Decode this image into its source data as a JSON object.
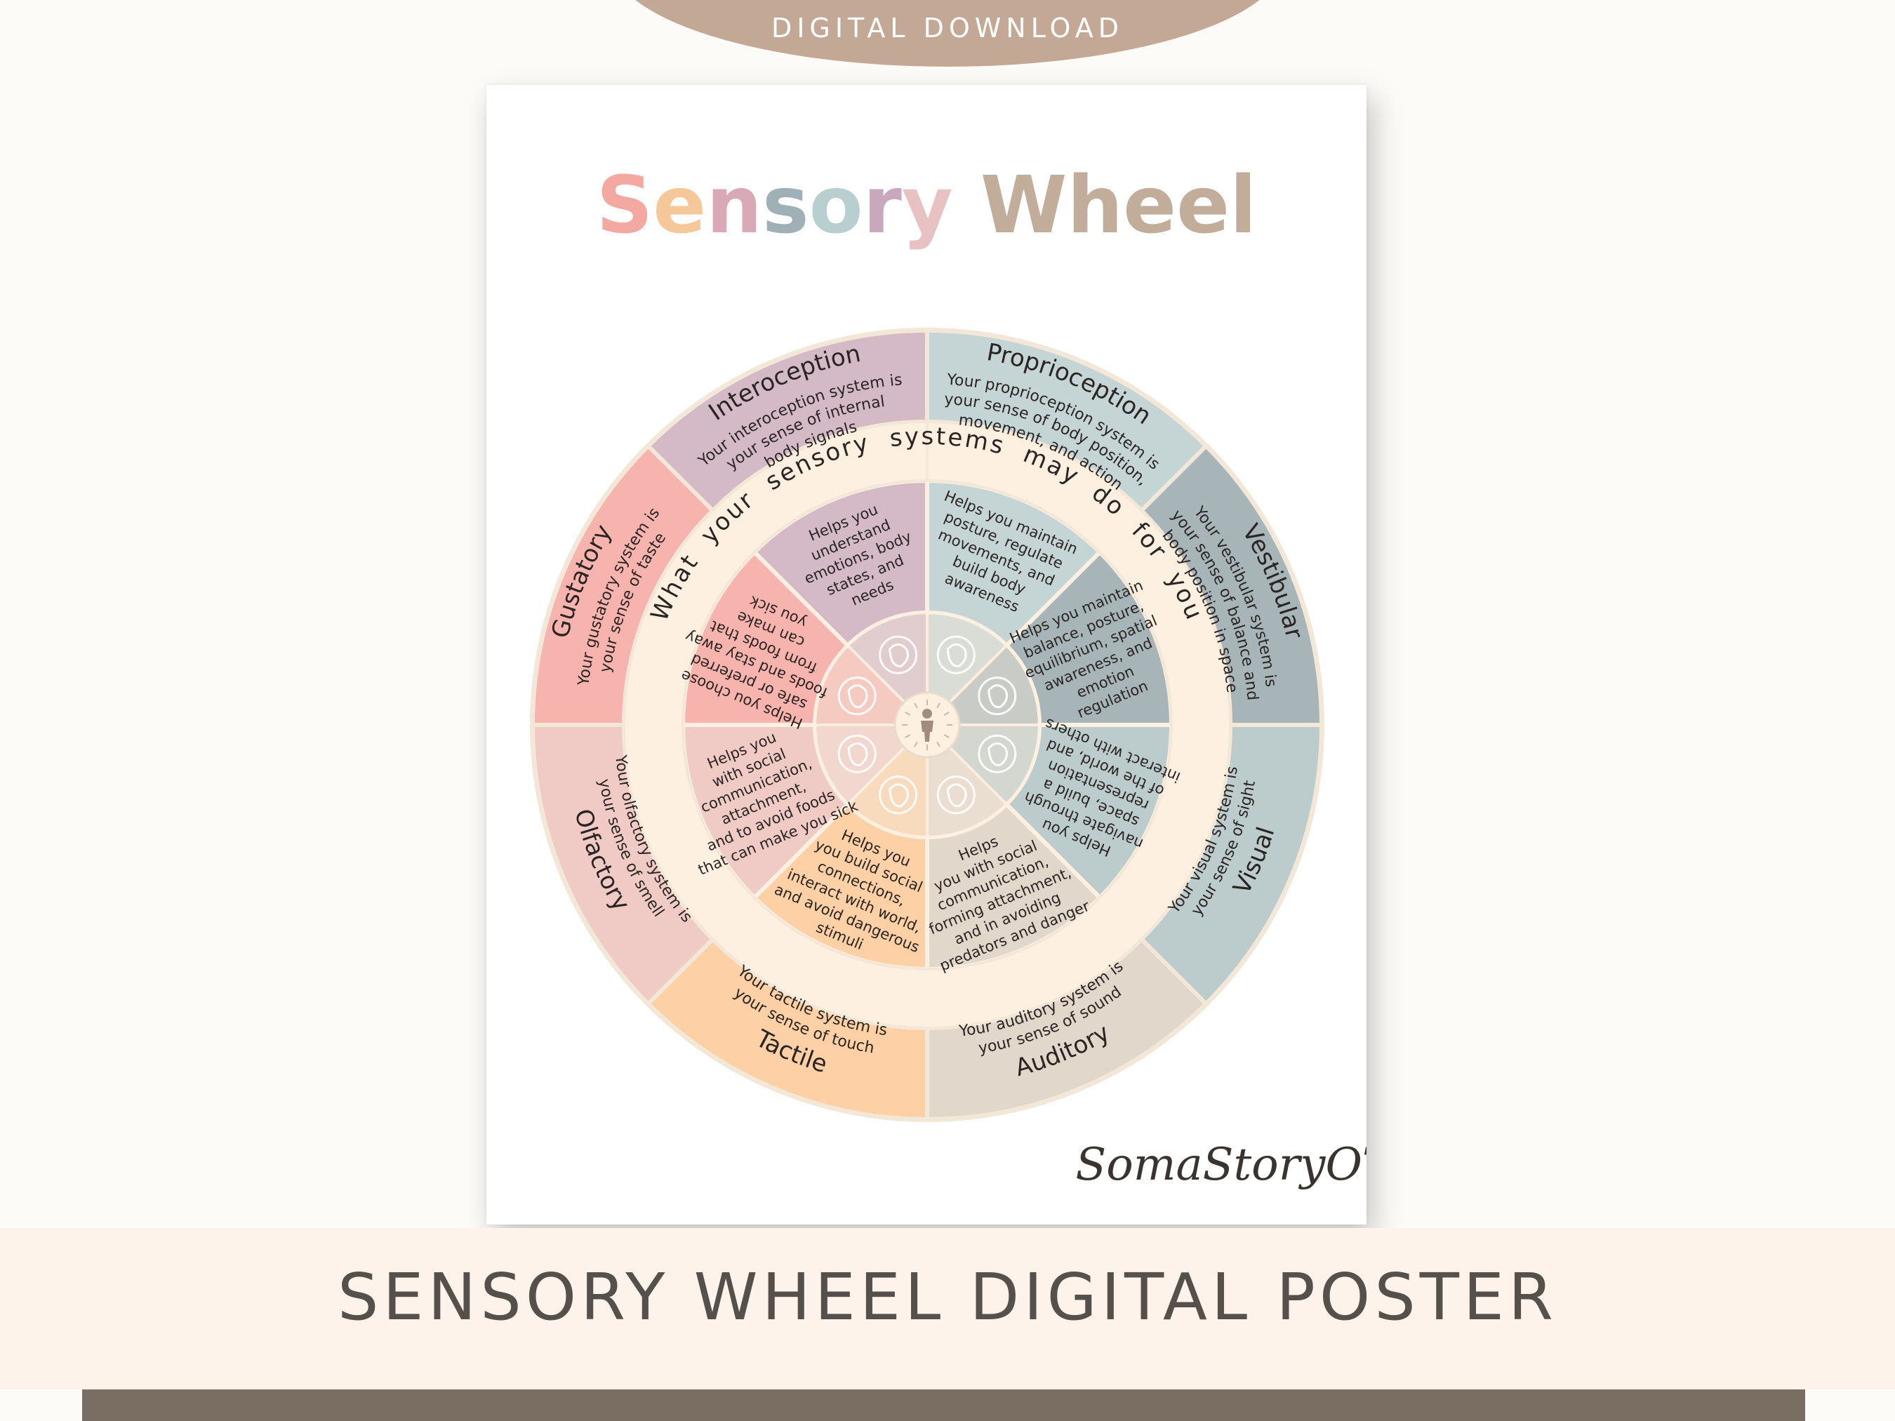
{
  "banner": {
    "top_label": "DIGITAL DOWNLOAD"
  },
  "poster": {
    "title_letters": [
      {
        "ch": "S",
        "color": "#f4a8a2"
      },
      {
        "ch": "e",
        "color": "#f6c899"
      },
      {
        "ch": "n",
        "color": "#d9a9b6"
      },
      {
        "ch": "s",
        "color": "#9fb1b6"
      },
      {
        "ch": "o",
        "color": "#b9cfcf"
      },
      {
        "ch": "r",
        "color": "#c9a8bd"
      },
      {
        "ch": "y",
        "color": "#e8c2c2"
      },
      {
        "ch": " ",
        "color": "#ffffff"
      },
      {
        "ch": "W",
        "color": "#c2ad9b"
      },
      {
        "ch": "h",
        "color": "#c2ad9b"
      },
      {
        "ch": "e",
        "color": "#c2ad9b"
      },
      {
        "ch": "e",
        "color": "#c2ad9b"
      },
      {
        "ch": "l",
        "color": "#c2ad9b"
      }
    ],
    "ring_caption": "What your sensory systems may do for you",
    "signature": "SomaStoryOT",
    "segments": [
      {
        "name": "Proprioception",
        "outer_color": "#c5d5d6",
        "inner_color": "#c5d5d6",
        "icon": "joint-icon",
        "definition": [
          "Your proprioception system is",
          "your sense of body position,",
          "movement, and action"
        ],
        "function": [
          "Helps you maintain",
          "posture, regulate",
          "movements, and",
          "build body",
          "awareness"
        ]
      },
      {
        "name": "Vestibular",
        "outer_color": "#a7b5b9",
        "inner_color": "#a7b5b9",
        "icon": "inner-ear-icon",
        "definition": [
          "Your vestibular system is",
          "your sense of balance and",
          "body position in space"
        ],
        "function": [
          "Helps you maintain",
          "balance, posture,",
          "equilibrium, spatial",
          "awareness, and",
          "emotion",
          "regulation"
        ]
      },
      {
        "name": "Visual",
        "outer_color": "#bccbcb",
        "inner_color": "#bccbcb",
        "icon": "eye-icon",
        "definition": [
          "Your visual system is",
          "your sense of sight"
        ],
        "function": [
          "Helps you",
          "navigate through",
          "space, build a",
          "representation",
          "of the world, and",
          "interact with others"
        ]
      },
      {
        "name": "Auditory",
        "outer_color": "#e2d7cb",
        "inner_color": "#e2d7cb",
        "icon": "ear-icon",
        "definition": [
          "Your auditory system is",
          "your sense of sound"
        ],
        "function": [
          "Helps",
          "you with social",
          "communication,",
          "forming attachment,",
          "and in avoiding",
          "predators and danger"
        ]
      },
      {
        "name": "Tactile",
        "outer_color": "#fdd0a6",
        "inner_color": "#fdd0a6",
        "icon": "touch-hand-icon",
        "definition": [
          "Your tactile system is",
          "your sense of touch"
        ],
        "function": [
          "Helps you",
          "you build social",
          "connections,",
          "interact with world,",
          "and avoid dangerous",
          "stimuli"
        ]
      },
      {
        "name": "Olfactory",
        "outer_color": "#f0cbc6",
        "inner_color": "#f0cbc6",
        "icon": "nose-icon",
        "definition": [
          "Your olfactory system is",
          "your sense of smell"
        ],
        "function": [
          "Helps you",
          "with social",
          "communication,",
          "attachment,",
          "and to avoid foods",
          "that can make you sick"
        ]
      },
      {
        "name": "Gustatory",
        "outer_color": "#f7b3ad",
        "inner_color": "#f7b3ad",
        "icon": "tongue-icon",
        "definition": [
          "Your gustatory system is",
          "your sense of taste"
        ],
        "function": [
          "Helps you choose",
          "safe or preferred",
          "foods and stay away",
          "from foods that",
          "can make",
          "you sick"
        ]
      },
      {
        "name": "Interoception",
        "outer_color": "#d4b9c7",
        "inner_color": "#d4b9c7",
        "icon": "stomach-icon",
        "definition": [
          "Your interoception system is",
          "your sense of internal",
          "body signals"
        ],
        "function": [
          "Helps you",
          "understand",
          "emotions, body",
          "states, and",
          "needs"
        ]
      }
    ]
  },
  "footer": {
    "title": "SENSORY WHEEL DIGITAL POSTER"
  },
  "colors": {
    "background": "#fdfbf7",
    "badge": "#c3a895",
    "band": "#fdf3eb",
    "bar": "#7a6e63",
    "ring": "#fdf0e1"
  }
}
